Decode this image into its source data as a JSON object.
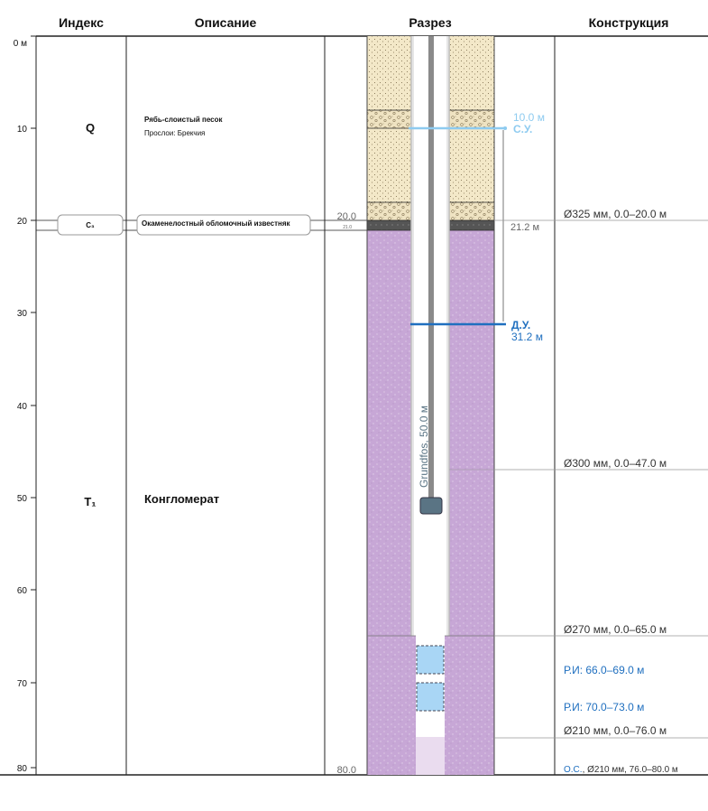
{
  "headers": {
    "index": "Индекс",
    "description": "Описание",
    "section": "Разрез",
    "construction": "Конструкция"
  },
  "depth_ticks": [
    "0 м",
    "10",
    "20",
    "30",
    "40",
    "50",
    "60",
    "70",
    "80"
  ],
  "layers": {
    "q": {
      "index": "Q",
      "title": "Рябь-слоистый песок",
      "sub": "Прослои: Брекчия"
    },
    "c3": {
      "index": "C₃",
      "title": "Окаменелостный обломочный известняк",
      "top_label": "20.0",
      "bottom_label": "21.0"
    },
    "t1": {
      "index": "T₁",
      "title": "Конгломерат"
    }
  },
  "bottom_depth_label": "80.0",
  "levels": {
    "static": {
      "value": "10.0 м",
      "label": "С.У.",
      "color": "#8ecbf0"
    },
    "dynamic": {
      "value": "31.2 м",
      "label": "Д.У.",
      "color": "#1f6fbf"
    },
    "marker_21": "21.2 м"
  },
  "pump": {
    "label": "Grundfos, 50.0 м"
  },
  "construction": {
    "casing_325": "Ø325 мм, 0.0–20.0 м",
    "casing_300": "Ø300 мм, 0.0–47.0 м",
    "casing_270": "Ø270 мм, 0.0–65.0 м",
    "screen_1": "Р.И: 66.0–69.0 м",
    "screen_2": "Р.И: 70.0–73.0 м",
    "casing_210": "Ø210 мм, 0.0–76.0 м",
    "open_hole_prefix": "О.С.",
    "open_hole": ", Ø210 мм, 76.0–80.0 м"
  },
  "colors": {
    "sand": "#f3e8c8",
    "limestone": "#555555",
    "conglomerate": "#c7a7d6",
    "screen": "#a9d6f5",
    "accent_blue": "#1f6fbf",
    "light_blue": "#8ecbf0"
  }
}
